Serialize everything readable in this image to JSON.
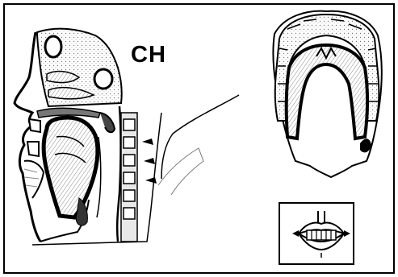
{
  "figure": {
    "phoneme_label": "CH",
    "panels": {
      "sagittal_section": "vocal-tract-sagittal-view",
      "palate_view": "hard-palate-tongue-contact-view",
      "lips_inset": "front-lips-teeth-view"
    },
    "colors": {
      "ink": "#000000",
      "paper": "#ffffff",
      "hatch": "#9a9a9a"
    }
  }
}
